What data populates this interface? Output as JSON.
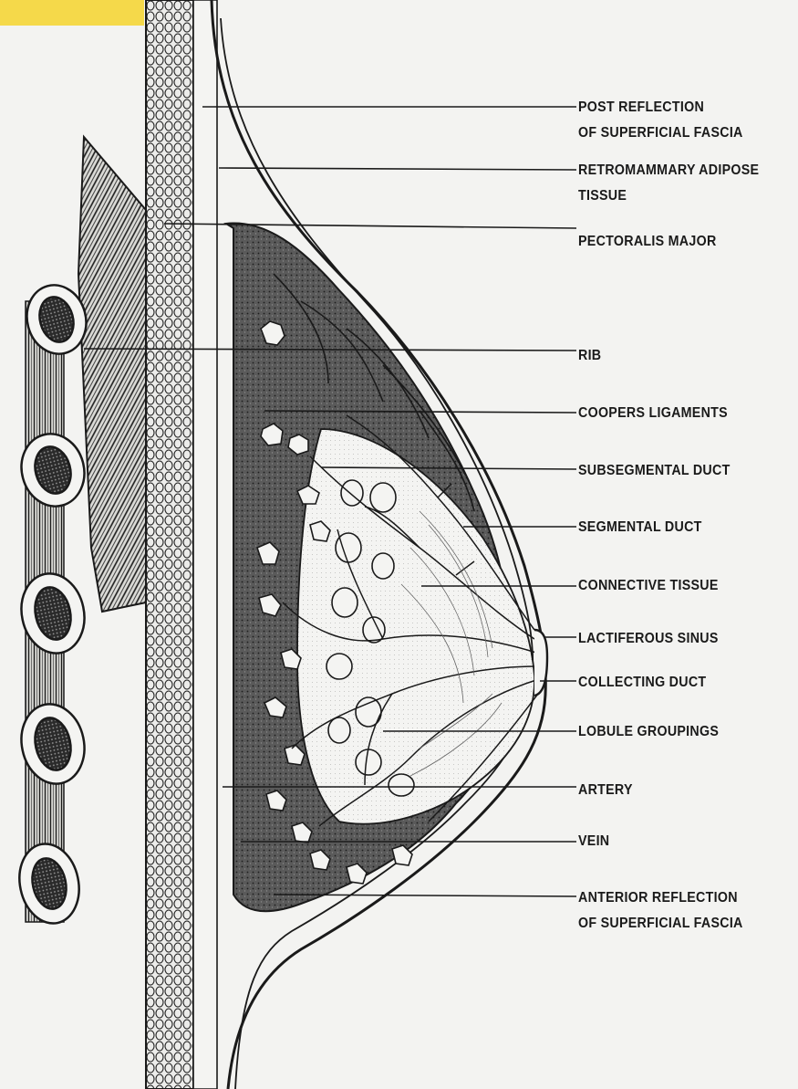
{
  "colors": {
    "background": "#f3f3f1",
    "ink": "#1a1a1a",
    "corner_tab": "#f5d94a",
    "stipple": "#3a3a3a"
  },
  "labels": [
    {
      "id": "post-reflection",
      "text": "POST REFLECTION\nOF SUPERFICIAL FASCIA"
    },
    {
      "id": "retromammary-adipose",
      "text": "RETROMAMMARY ADIPOSE\nTISSUE"
    },
    {
      "id": "pectoralis-major",
      "text": "PECTORALIS MAJOR"
    },
    {
      "id": "rib",
      "text": "RIB"
    },
    {
      "id": "coopers-ligaments",
      "text": "COOPERS LIGAMENTS"
    },
    {
      "id": "subsegmental-duct",
      "text": "SUBSEGMENTAL DUCT"
    },
    {
      "id": "segmental-duct",
      "text": "SEGMENTAL DUCT"
    },
    {
      "id": "connective-tissue",
      "text": "CONNECTIVE TISSUE"
    },
    {
      "id": "lactiferous-sinus",
      "text": "LACTIFEROUS SINUS"
    },
    {
      "id": "collecting-duct",
      "text": "COLLECTING DUCT"
    },
    {
      "id": "lobule-groupings",
      "text": "LOBULE GROUPINGS"
    },
    {
      "id": "artery",
      "text": "ARTERY"
    },
    {
      "id": "vein",
      "text": "VEIN"
    },
    {
      "id": "anterior-reflection",
      "text": "ANTERIOR REFLECTION\nOF SUPERFICIAL FASCIA"
    }
  ]
}
